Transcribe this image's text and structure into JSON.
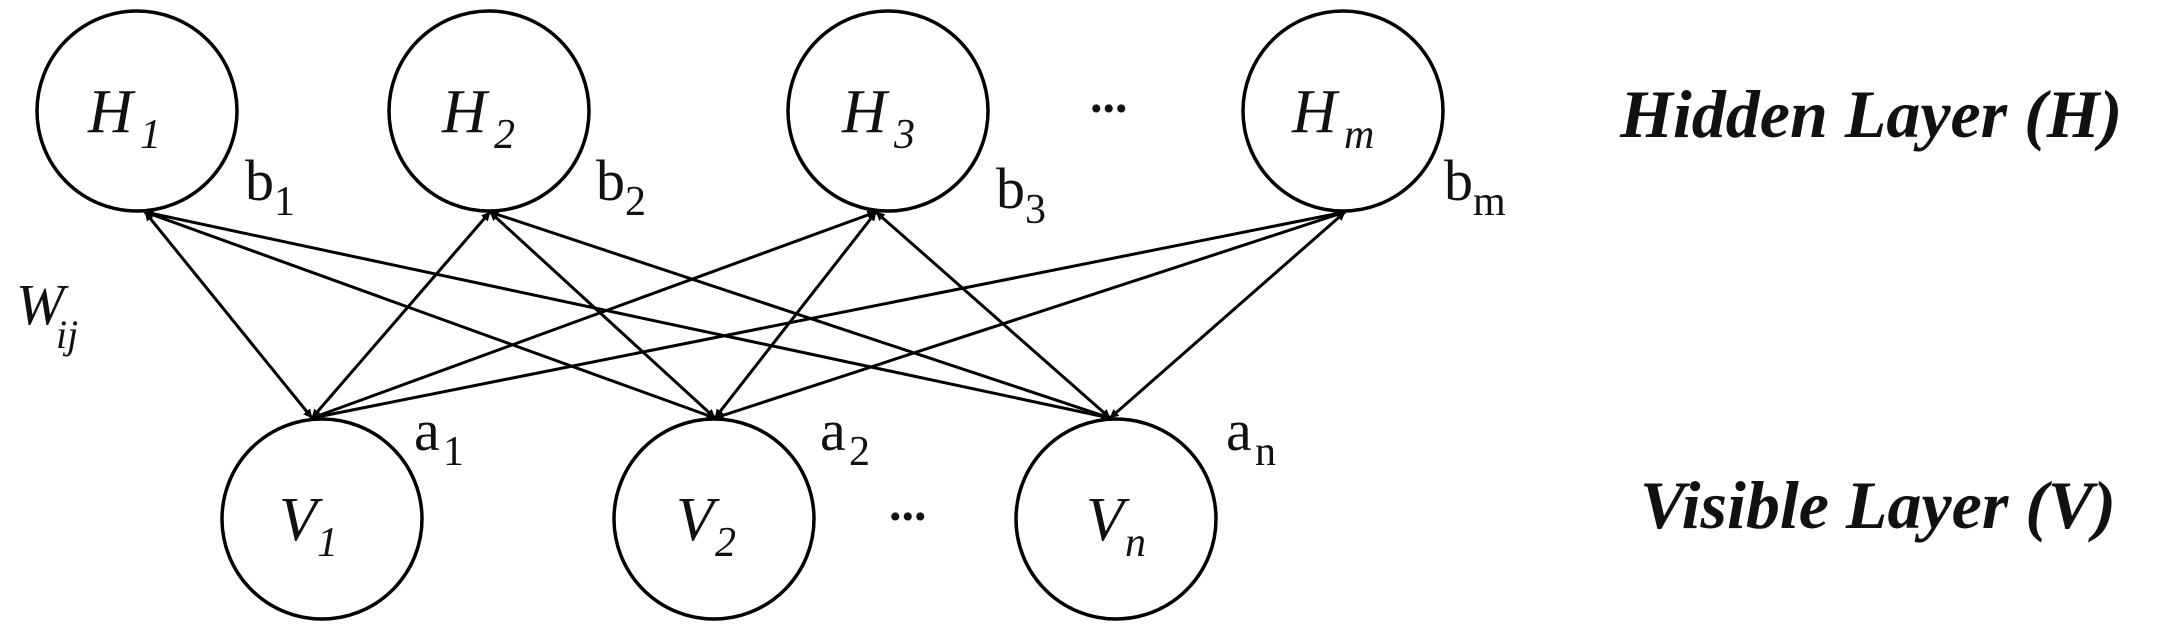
{
  "hidden_layer": {
    "title": "Hidden Layer (H)",
    "nodes": [
      {
        "symbol": "H",
        "subscript": "1",
        "bias_symbol": "b",
        "bias_subscript": "1"
      },
      {
        "symbol": "H",
        "subscript": "2",
        "bias_symbol": "b",
        "bias_subscript": "2"
      },
      {
        "symbol": "H",
        "subscript": "3",
        "bias_symbol": "b",
        "bias_subscript": "3"
      },
      {
        "symbol": "H",
        "subscript": "m",
        "bias_symbol": "b",
        "bias_subscript": "m"
      }
    ],
    "ellipsis": "..."
  },
  "visible_layer": {
    "title": "Visible Layer (V)",
    "nodes": [
      {
        "symbol": "V",
        "subscript": "1",
        "bias_symbol": "a",
        "bias_subscript": "1"
      },
      {
        "symbol": "V",
        "subscript": "2",
        "bias_symbol": "a",
        "bias_subscript": "2"
      },
      {
        "symbol": "V",
        "subscript": "n",
        "bias_symbol": "a",
        "bias_subscript": "n"
      }
    ],
    "ellipsis": "..."
  },
  "weight_label": {
    "symbol": "W",
    "subscript": "ij"
  },
  "connections": "fully-connected-bidirectional"
}
